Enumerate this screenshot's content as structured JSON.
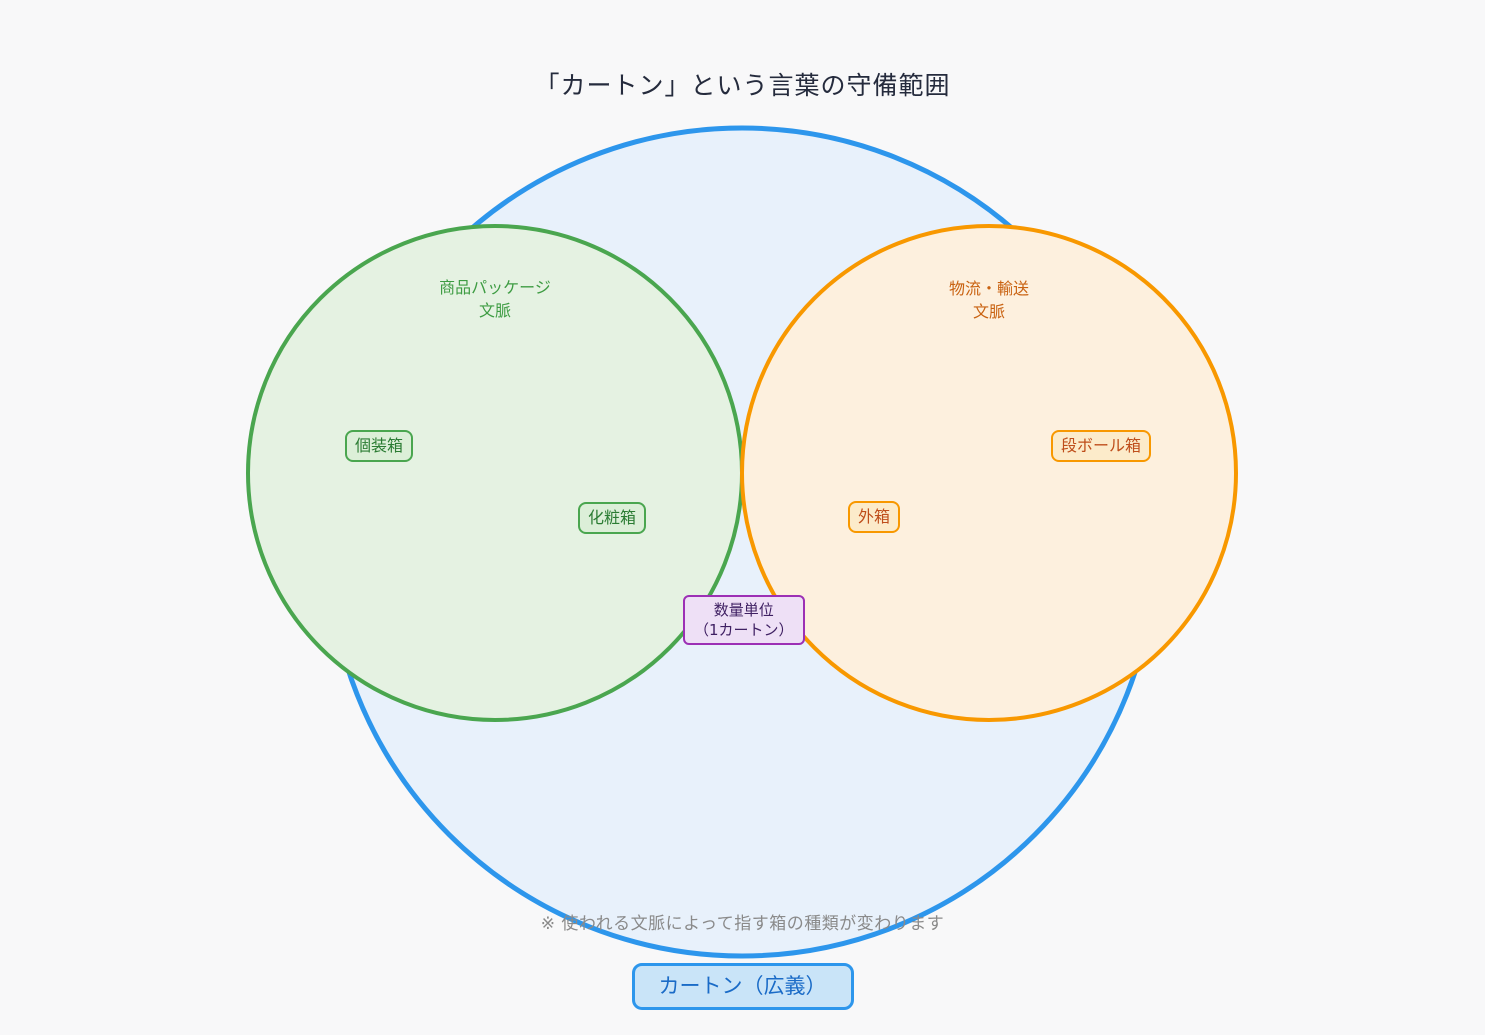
{
  "title": "「カートン」という言葉の守備範囲",
  "note": "※ 使われる文脈によって指す箱の種類が変わります",
  "colors": {
    "background": "#f8f8f9",
    "title_text": "#252b3d",
    "outer_circle_stroke": "#2d96ec",
    "outer_circle_fill": "#e8f1fb",
    "green_circle_stroke": "#4aa64f",
    "green_circle_fill": "#e5f2e2",
    "green_node_fill": "#dcefd8",
    "green_text": "#3e9c43",
    "green_node_text": "#2b7c33",
    "orange_circle_stroke": "#f89800",
    "orange_circle_fill": "#fdf0de",
    "orange_node_fill": "#fcebca",
    "orange_label_text": "#c96211",
    "orange_node_text": "#bf4e1b",
    "purple_node_border": "#9c30b5",
    "purple_node_fill": "#eee0f6",
    "purple_node_text": "#3f2063",
    "note_text": "#8a8a8a",
    "outer_label_fill": "#c9e4f8",
    "outer_label_text": "#1a6bc7"
  },
  "outer_circle": {
    "label": "カートン（広義）"
  },
  "green_circle": {
    "label_line1": "商品パッケージ",
    "label_line2": "文脈",
    "nodes": [
      "個装箱",
      "化粧箱"
    ]
  },
  "orange_circle": {
    "label_line1": "物流・輸送",
    "label_line2": "文脈",
    "nodes": [
      "段ボール箱",
      "外箱"
    ]
  },
  "intersection_node": {
    "line1": "数量単位",
    "line2": "（1カートン）"
  }
}
